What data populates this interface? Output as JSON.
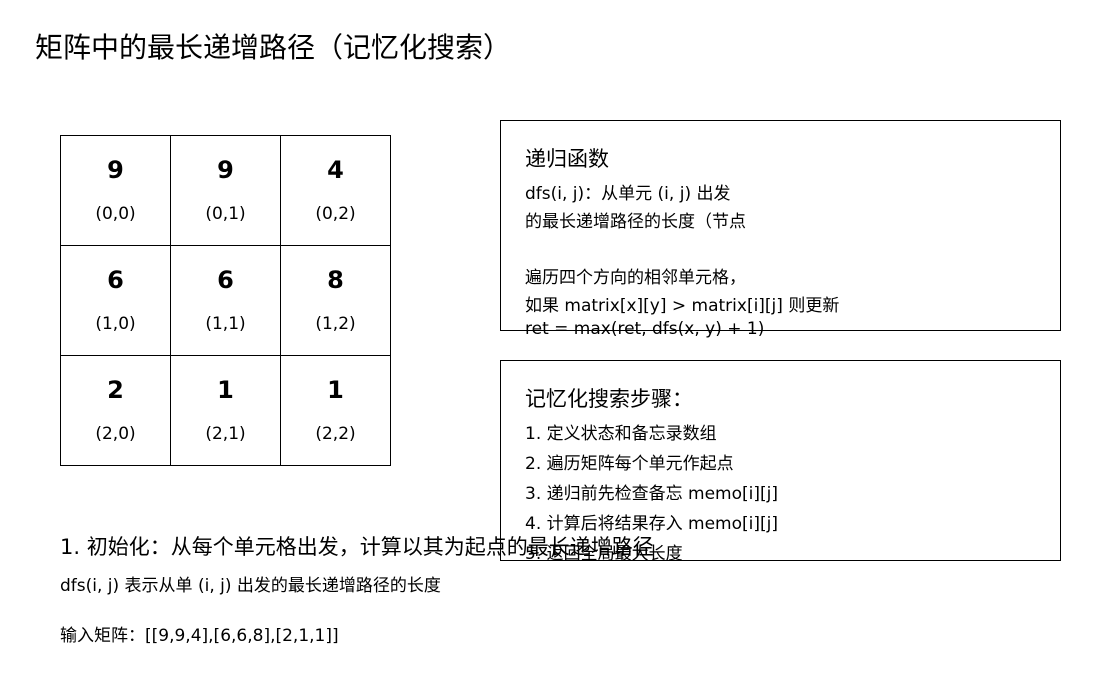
{
  "title": "矩阵中的最长递增路径（记忆化搜索）",
  "grid": [
    [
      {
        "value": "9",
        "coord": "(0,0)"
      },
      {
        "value": "9",
        "coord": "(0,1)"
      },
      {
        "value": "4",
        "coord": "(0,2)"
      }
    ],
    [
      {
        "value": "6",
        "coord": "(1,0)"
      },
      {
        "value": "6",
        "coord": "(1,1)"
      },
      {
        "value": "8",
        "coord": "(1,2)"
      }
    ],
    [
      {
        "value": "2",
        "coord": "(2,0)"
      },
      {
        "value": "1",
        "coord": "(2,1)"
      },
      {
        "value": "1",
        "coord": "(2,2)"
      }
    ]
  ],
  "dfs_box": {
    "title": "递归函数",
    "lines": [
      "dfs(i, j)：从单元 (i, j) 出发",
      "的最长递增路径的长度（节点",
      "",
      "遍历四个方向的相邻单元格，",
      "如果 matrix[x][y] > matrix[i][j] 则更新",
      "ret = max(ret, dfs(x, y) + 1)"
    ]
  },
  "memo_box": {
    "title": "记忆化搜索步骤：",
    "lines": [
      "1. 定义状态和备忘录数组",
      "2. 遍历矩阵每个单元作起点",
      "3. 递归前先检查备忘 memo[i][j]",
      "4. 计算后将结果存入 memo[i][j]",
      "5. 返回全局最大长度"
    ]
  },
  "step": {
    "heading": "1. 初始化：从每个单元格出发，计算以其为起点的最长递增路径",
    "desc": "dfs(i, j) 表示从单 (i, j) 出发的最长递增路径的长度",
    "input": "输入矩阵：[[9,9,4],[6,6,8],[2,1,1]]"
  }
}
